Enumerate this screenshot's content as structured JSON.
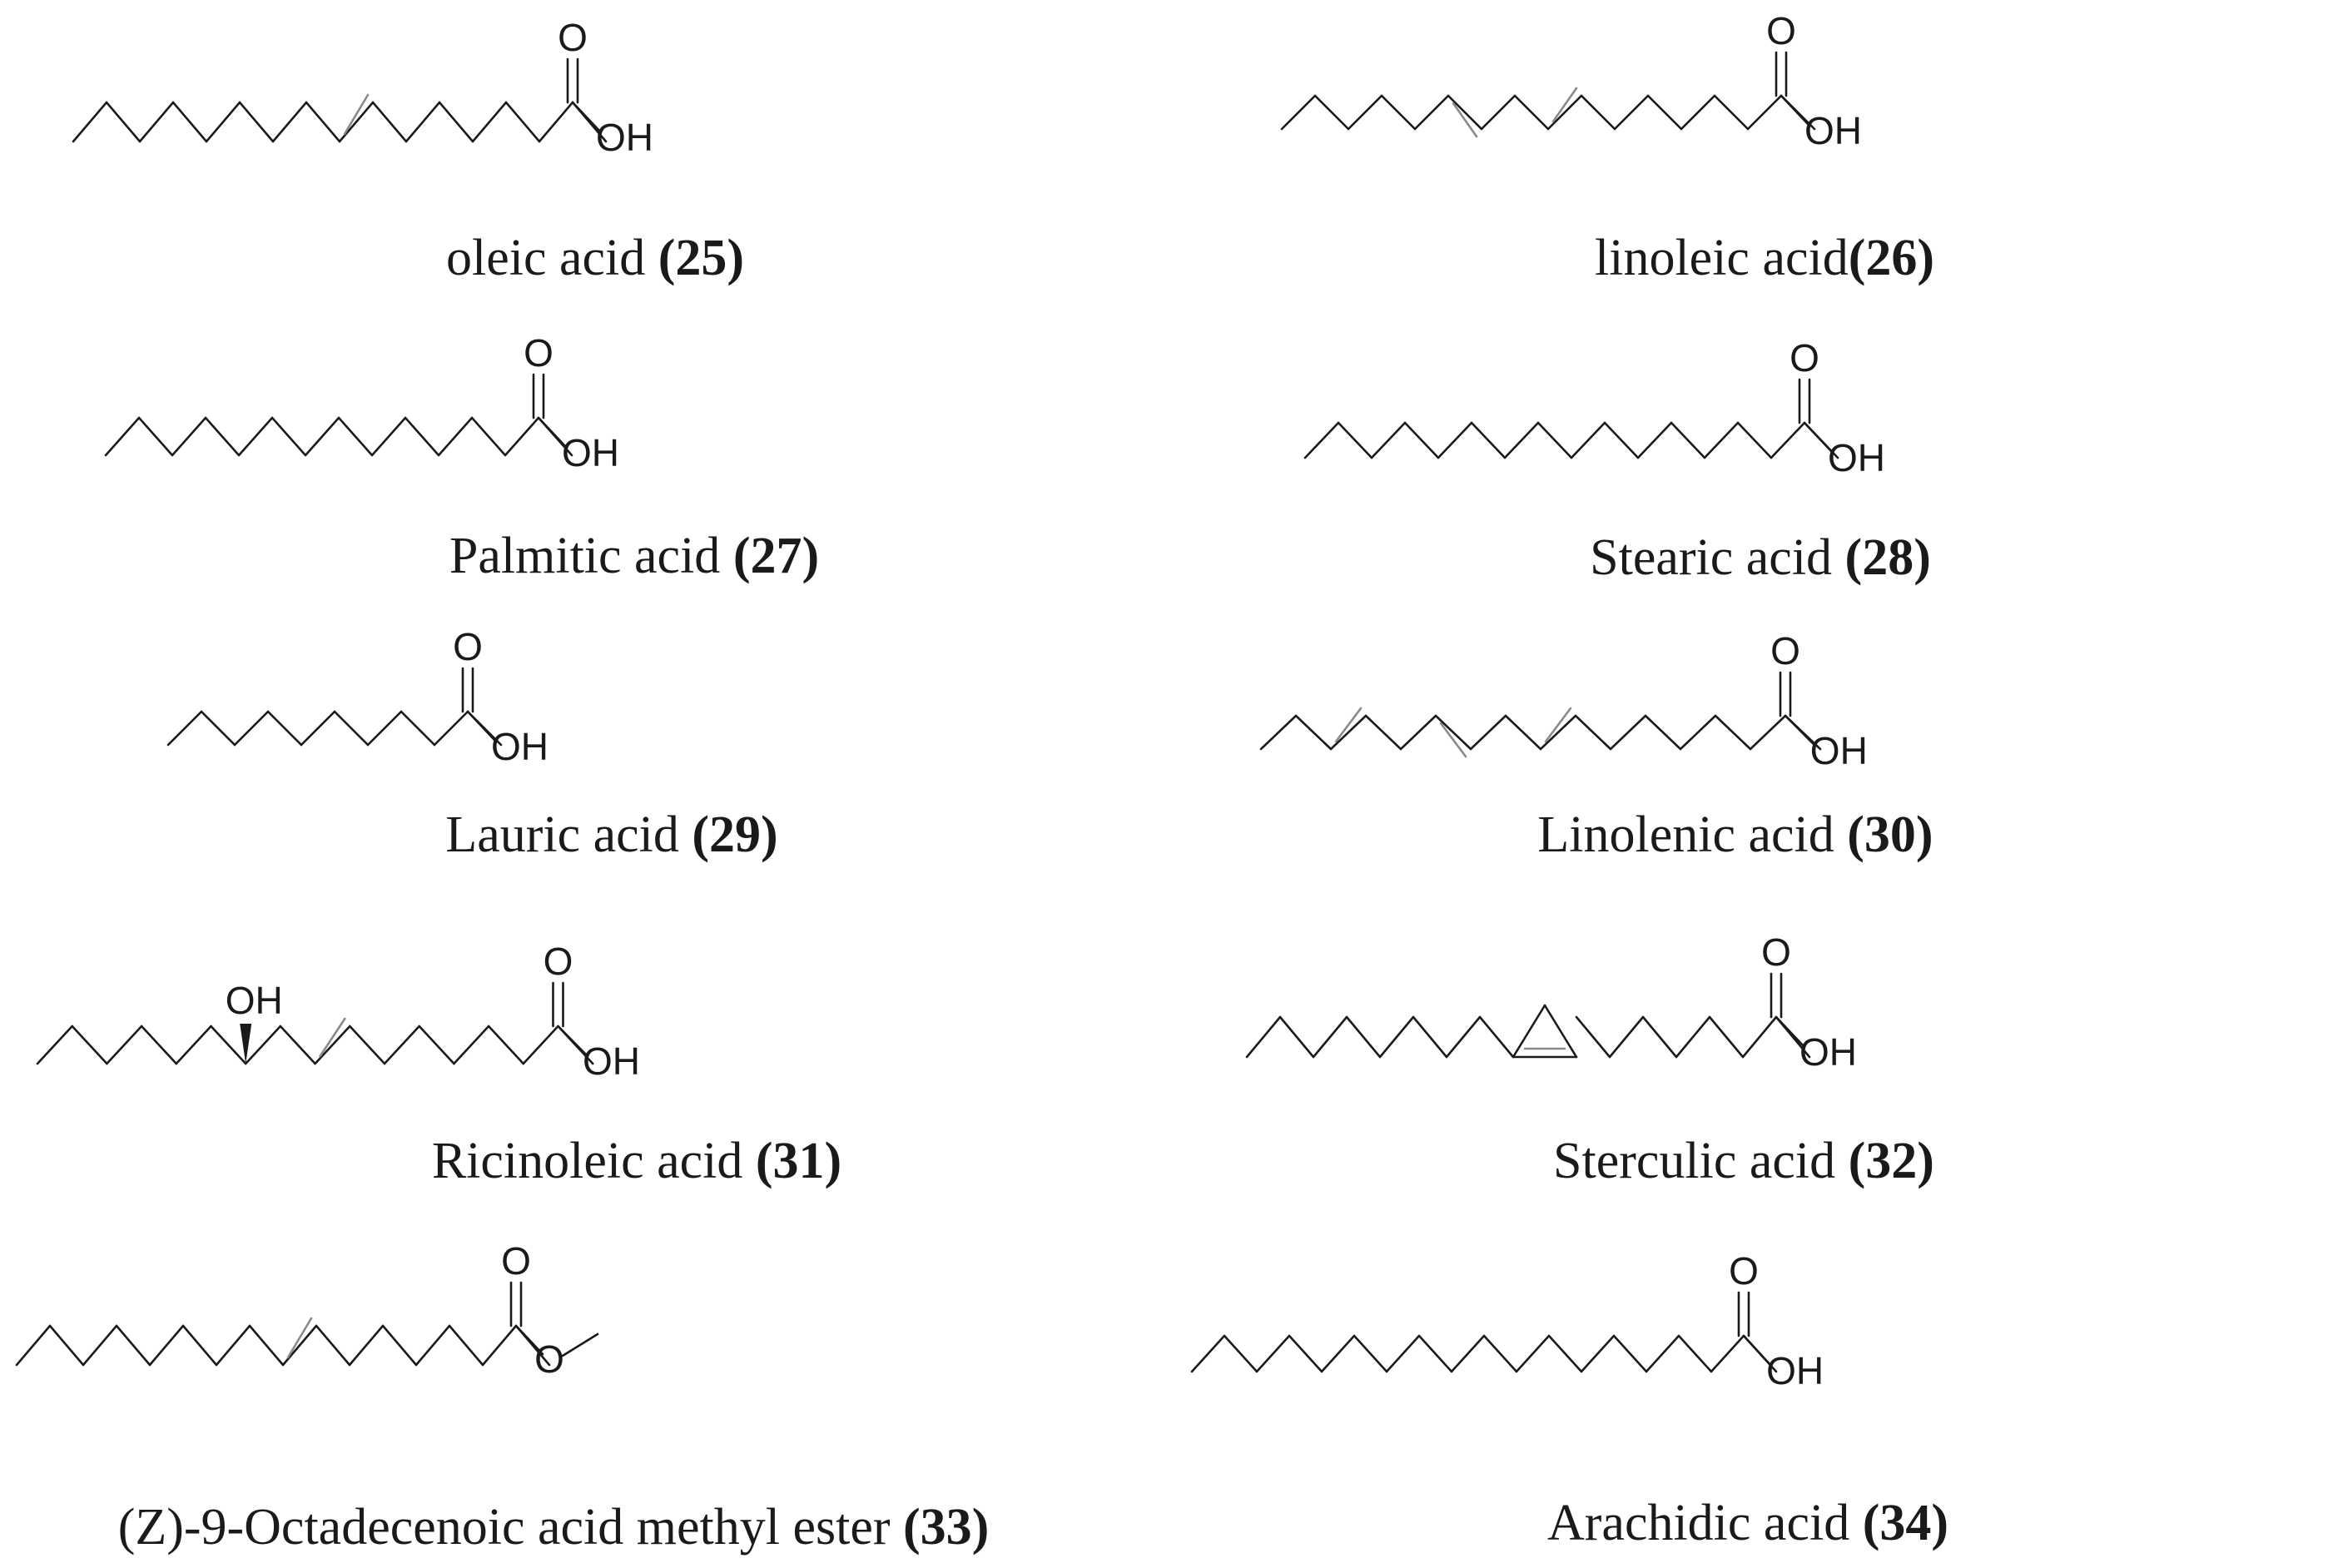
{
  "figure": {
    "atom_labels": {
      "oxygen": "O",
      "hydroxyl": "OH"
    },
    "compounds": [
      {
        "id": "oleic",
        "name": "oleic acid ",
        "number": "(25)",
        "head": "acid",
        "double_bonds": [
          8
        ],
        "cyclopropene_at": null,
        "hydroxyl_at": null
      },
      {
        "id": "linoleic",
        "name": "linoleic acid",
        "number": "(26)",
        "head": "acid",
        "double_bonds": [
          5,
          8
        ],
        "cyclopropene_at": null,
        "hydroxyl_at": null
      },
      {
        "id": "palmitic",
        "name": "Palmitic acid ",
        "number": "(27)",
        "head": "acid",
        "double_bonds": [],
        "cyclopropene_at": null,
        "hydroxyl_at": null
      },
      {
        "id": "stearic",
        "name": "Stearic acid ",
        "number": "(28)",
        "head": "acid",
        "double_bonds": [],
        "cyclopropene_at": null,
        "hydroxyl_at": null
      },
      {
        "id": "lauric",
        "name": "Lauric acid ",
        "number": "(29)",
        "head": "acid",
        "double_bonds": [],
        "cyclopropene_at": null,
        "hydroxyl_at": null
      },
      {
        "id": "linolenic",
        "name": "Linolenic acid ",
        "number": "(30)",
        "head": "acid",
        "double_bonds": [
          2,
          5,
          8
        ],
        "cyclopropene_at": null,
        "hydroxyl_at": null
      },
      {
        "id": "ricinoleic",
        "name": "Ricinoleic acid ",
        "number": "(31)",
        "head": "acid",
        "double_bonds": [
          8
        ],
        "cyclopropene_at": null,
        "hydroxyl_at": 6
      },
      {
        "id": "sterculic",
        "name": "Sterculic acid ",
        "number": "(32)",
        "head": "acid",
        "double_bonds": [],
        "cyclopropene_at": 8,
        "hydroxyl_at": null
      },
      {
        "id": "methyl-oleate",
        "name": "(Z)-9-Octadecenoic acid methyl ester ",
        "number": "(33)",
        "head": "methyl_ester",
        "double_bonds": [
          8
        ],
        "cyclopropene_at": null,
        "hydroxyl_at": null
      },
      {
        "id": "arachidic",
        "name": "Arachidic acid ",
        "number": "(34)",
        "head": "acid",
        "double_bonds": [],
        "cyclopropene_at": null,
        "hydroxyl_at": null
      }
    ]
  }
}
